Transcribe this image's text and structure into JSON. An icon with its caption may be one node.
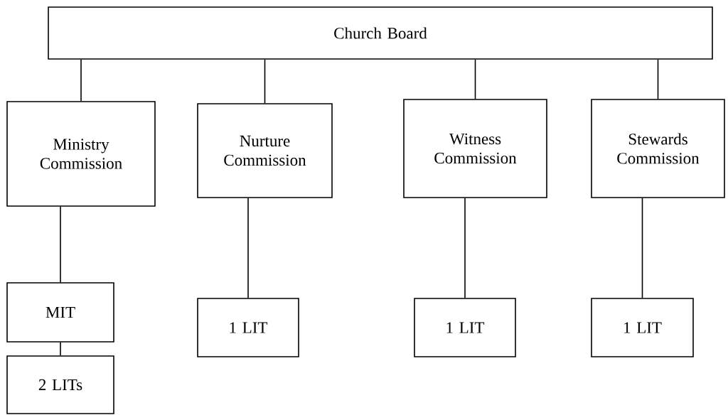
{
  "diagram": {
    "nodes": [
      {
        "text": [
          "Church Board"
        ]
      },
      {
        "text": [
          "Ministry Commission"
        ]
      },
      {
        "text": [
          "Nurture Commission"
        ]
      },
      {
        "text": [
          "Witness Commission"
        ]
      },
      {
        "text": [
          "Stewards Commission"
        ]
      },
      {
        "text": [
          "MIT"
        ]
      },
      {
        "text": [
          "1 LIT"
        ]
      },
      {
        "text": [
          "1 LIT"
        ]
      },
      {
        "text": [
          "1 LIT"
        ]
      },
      {
        "text": [
          "2 LITs"
        ]
      }
    ],
    "edges": [
      {
        "from": 0,
        "to": 1,
        "arrow": "none"
      },
      {
        "from": 0,
        "to": 2,
        "arrow": "none"
      },
      {
        "from": 0,
        "to": 3,
        "arrow": "none"
      },
      {
        "from": 0,
        "to": 4,
        "arrow": "none"
      },
      {
        "from": 1,
        "to": 5,
        "arrow": "none"
      },
      {
        "from": 2,
        "to": 6,
        "arrow": "none"
      },
      {
        "from": 3,
        "to": 7,
        "arrow": "none"
      },
      {
        "from": 4,
        "to": 8,
        "arrow": "none"
      },
      {
        "from": 5,
        "to": 9,
        "arrow": "none"
      }
    ]
  }
}
